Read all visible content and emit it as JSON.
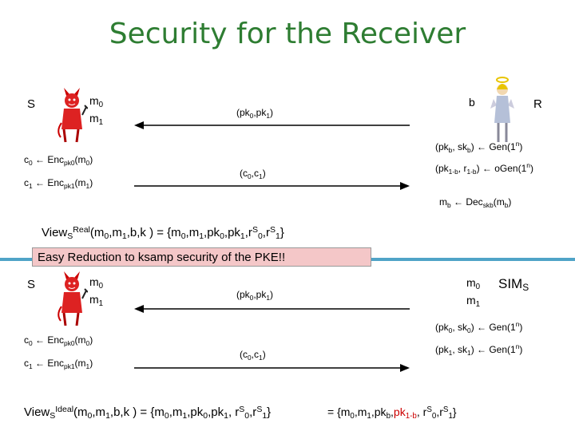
{
  "title": "Security for the Receiver",
  "sender": "S",
  "receiver": "R",
  "simulator": "SIM",
  "simulator_sub": "S",
  "top": {
    "m0": "m",
    "m0_sub": "0",
    "m1": "m",
    "m1_sub": "1",
    "b": "b",
    "pk_msg": "(pk",
    "pk_msg_sub0": "0",
    "pk_msg_mid": ",pk",
    "pk_msg_sub1": "1",
    "pk_msg_end": ")",
    "c_msg": "(c",
    "c_msg_sub0": "0",
    "c_msg_mid": ",c",
    "c_msg_sub1": "1",
    "c_msg_end": ")",
    "gen_b": "(pk",
    "gen_b_s1": "b",
    "gen_b_m": ", sk",
    "gen_b_s2": "b",
    "gen_b_e": ") ← Gen(1",
    "gen_b_sup": "n",
    "gen_b_close": ")",
    "ogen": "(pk",
    "ogen_s1": "1-b",
    "ogen_m": ", r",
    "ogen_s2": "1-b",
    "ogen_e": ") ← oGen(1",
    "ogen_sup": "n",
    "ogen_close": ")",
    "dec": "m",
    "dec_s1": "b",
    "dec_m": " ← Dec",
    "dec_s2": "skb",
    "dec_e": "(m",
    "dec_s3": "b",
    "dec_close": ")",
    "c0": "c",
    "c0_s": "0",
    "c0_m": " ← Enc",
    "c0_s2": "pk0",
    "c0_e": "(m",
    "c0_s3": "0",
    "c0_close": ")",
    "c1": "c",
    "c1_s": "1",
    "c1_m": " ← Enc",
    "c1_s2": "pk1",
    "c1_e": "(m",
    "c1_s3": "1",
    "c1_close": ")"
  },
  "view_real": {
    "a": "View",
    "sub": "S",
    "sup": "Real",
    "b": "(m",
    "b_s": "0",
    "c": ",m",
    "c_s": "1",
    "d": ",b,k ) = {m",
    "d_s": "0",
    "e": ",m",
    "e_s": "1",
    "f": ",pk",
    "f_s": "0",
    "g": ",pk",
    "g_s": "1",
    "h": ",r",
    "h_sup": "S",
    "h_s": "0",
    "i": ",r",
    "i_sup": "S",
    "i_s": "1",
    "j": "}"
  },
  "reduction_note": "Easy Reduction to ksamp security of the PKE!!",
  "bottom": {
    "gen0": "(pk",
    "gen0_s1": "0",
    "gen0_m": ", sk",
    "gen0_s2": "0",
    "gen0_e": ") ← Gen(1",
    "gen0_sup": "n",
    "gen0_close": ")",
    "gen1": "(pk",
    "gen1_s1": "1",
    "gen1_m": ", sk",
    "gen1_s2": "1",
    "gen1_e": ") ← Gen(1",
    "gen1_sup": "n",
    "gen1_close": ")"
  },
  "view_ideal": {
    "a": "View",
    "sub": "S",
    "sup": "Ideal",
    "b": "(m",
    "b_s": "0",
    "c": ",m",
    "c_s": "1",
    "d": ",b,k ) = {m",
    "d_s": "0",
    "e": ",m",
    "e_s": "1",
    "f": ",pk",
    "f_s": "0",
    "g": ",pk",
    "g_s": "1",
    "h": ", r",
    "h_sup": "S",
    "h_s": "0",
    "i": ",r",
    "i_sup": "S",
    "i_s": "1",
    "j": "}"
  },
  "view_ideal2": {
    "a": "= {m",
    "a_s": "0",
    "b": ",m",
    "b_s": "1",
    "c": ",pk",
    "c_s": "b",
    "d": ",",
    "red": "pk",
    "red_s": "1-b",
    "e": ", r",
    "e_sup": "S",
    "e_s": "0",
    "f": ",r",
    "f_sup": "S",
    "f_s": "1",
    "g": "}"
  },
  "colors": {
    "title": "#2e7d32",
    "divider": "#4fa3c7",
    "box": "#f4c7c8",
    "highlight": "#cc0000"
  },
  "icons": [
    "devil-icon",
    "angel-icon"
  ]
}
